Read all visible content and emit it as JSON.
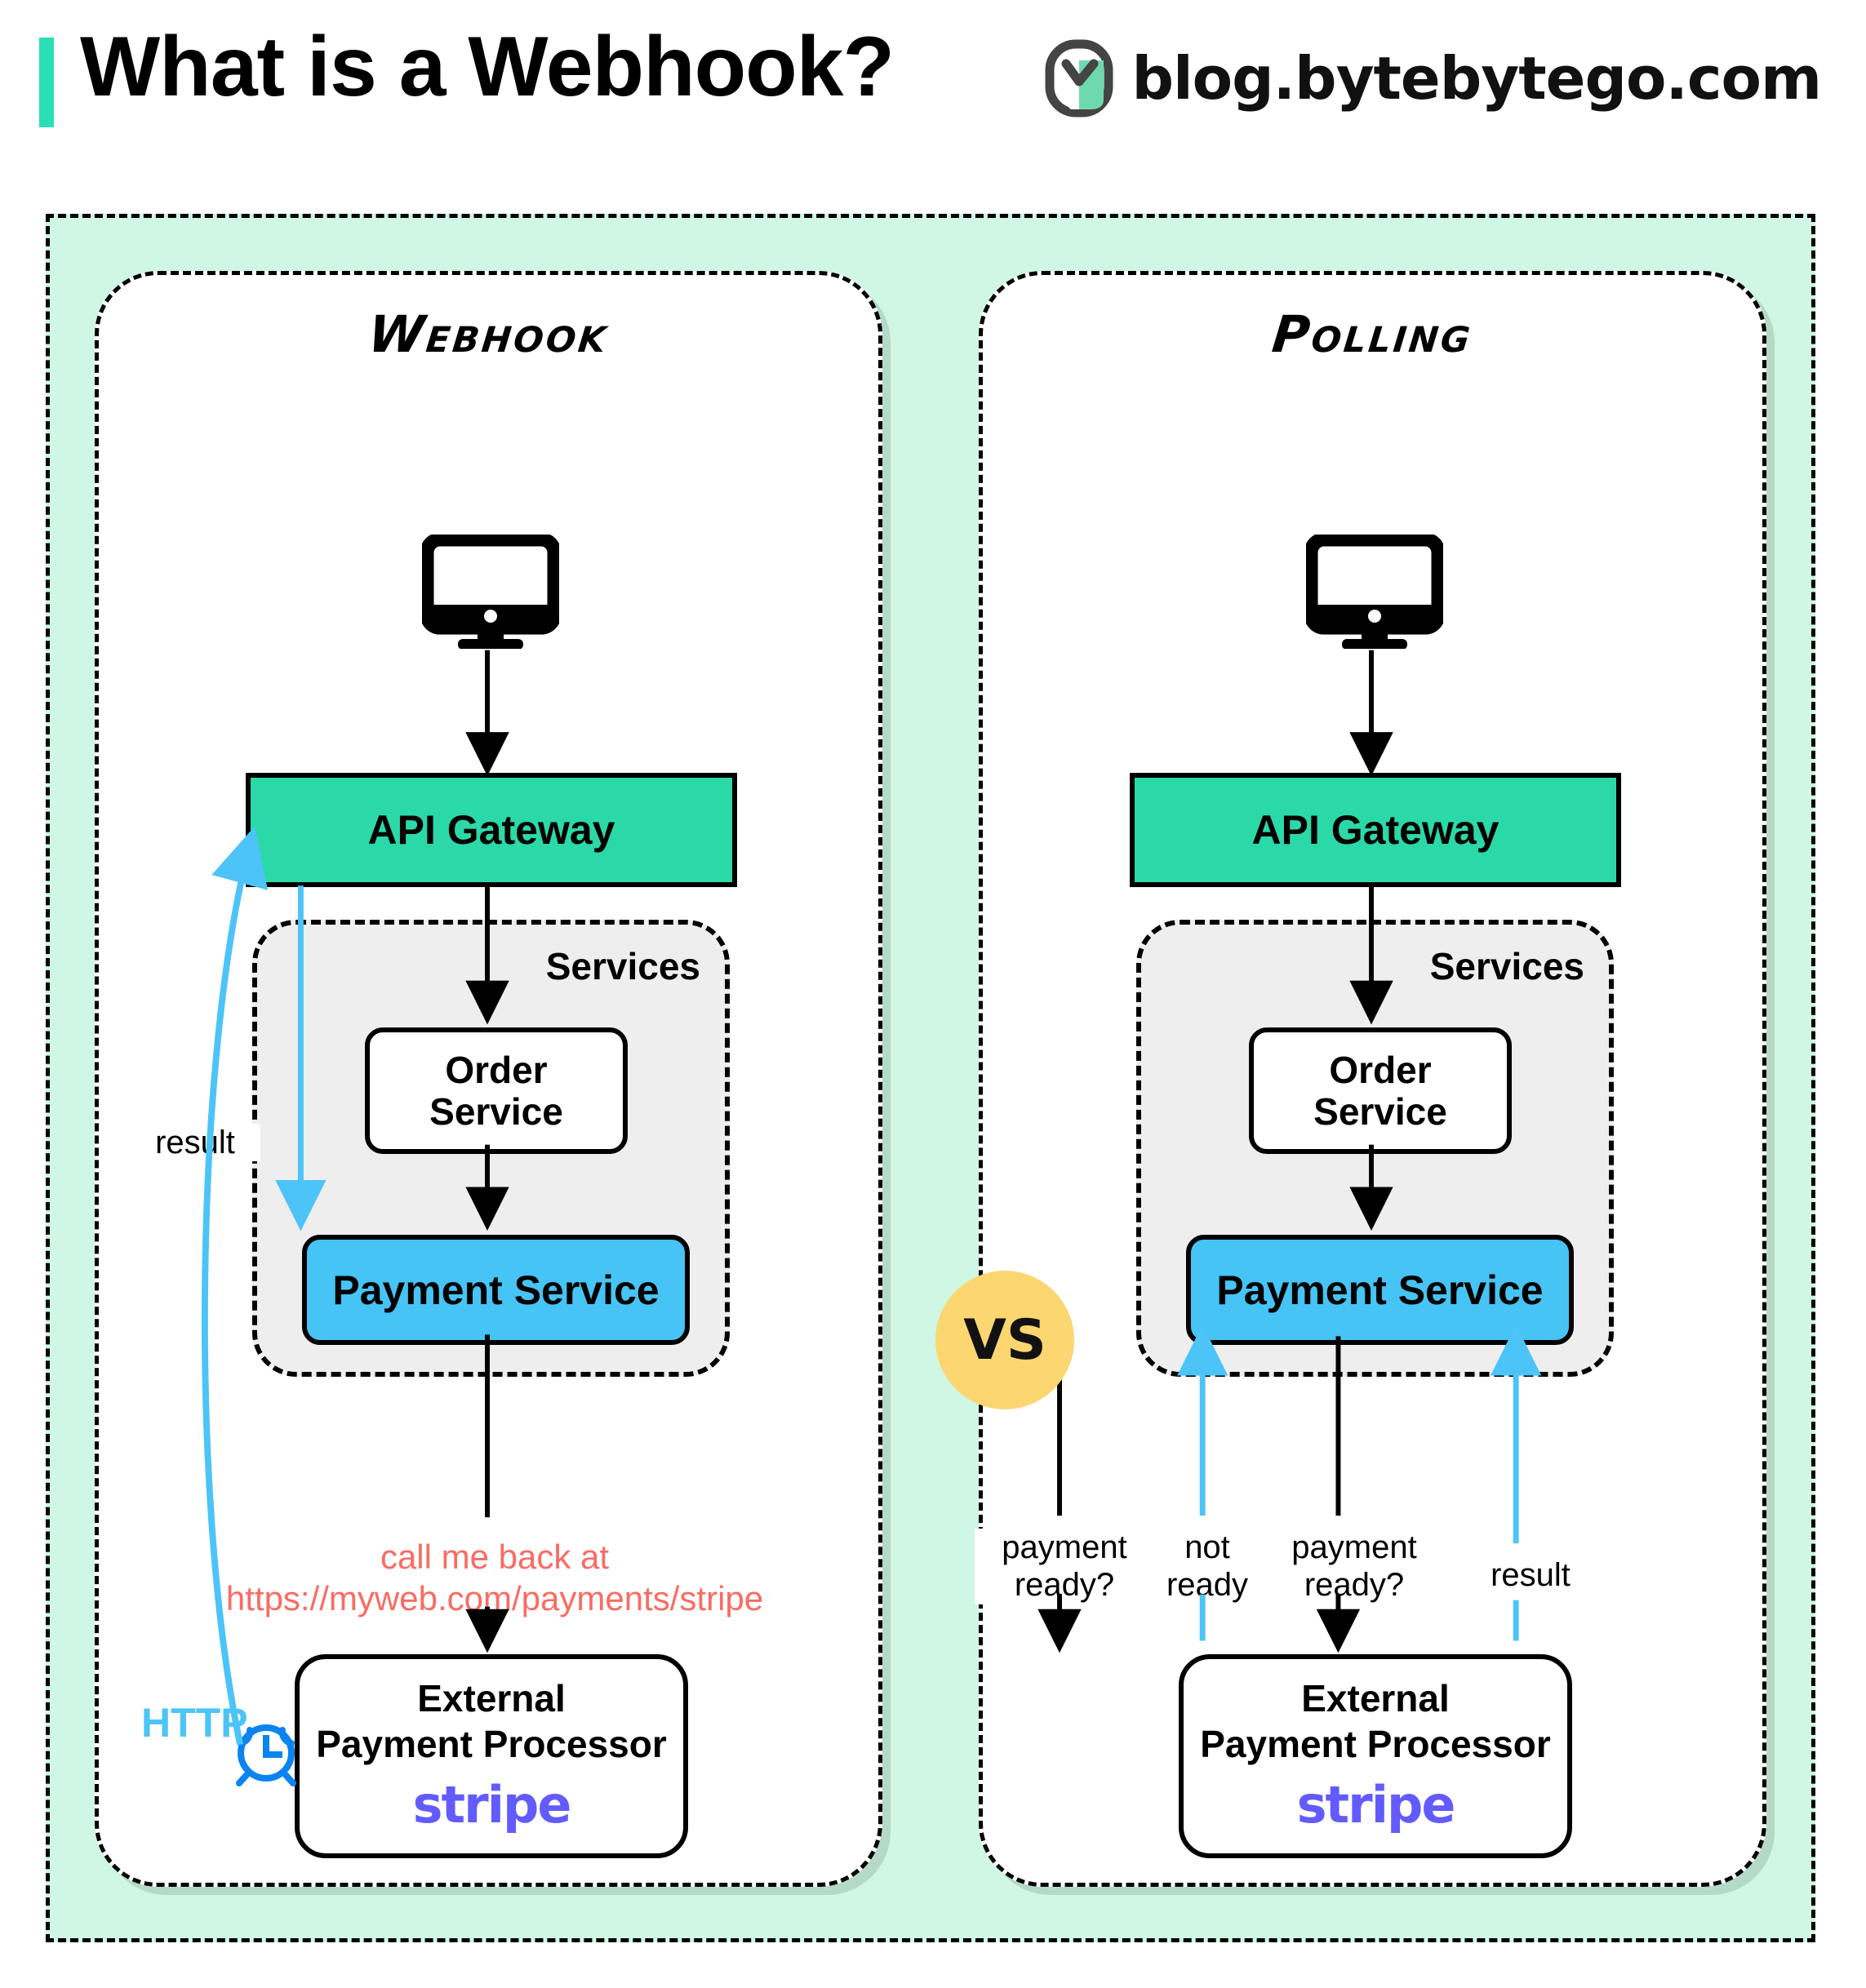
{
  "header": {
    "title": "What is a Webhook?",
    "brand_text": "blog.bytebytego.com",
    "accent_color": "#2BDFB5",
    "logo_icon": "bytebytego-logo-icon"
  },
  "comparison": {
    "vs_label": "VS",
    "vs_color": "#FCD670"
  },
  "panels": [
    {
      "id": "webhook",
      "title": "Webhook",
      "client_icon": "monitor-icon",
      "api_gateway": {
        "label": "API Gateway",
        "color": "#2BD9A8"
      },
      "services": {
        "label": "Services",
        "background": "#EEEEEE",
        "order_service": {
          "line1": "Order",
          "line2": "Service"
        },
        "payment_service": {
          "label": "Payment Service",
          "color": "#45C4F5"
        }
      },
      "callback": {
        "line1": "call me back at",
        "line2": "https://myweb.com/payments/stripe",
        "color": "#FA6B63"
      },
      "external_processor": {
        "line1": "External",
        "line2": "Payment Processor",
        "vendor": "stripe",
        "vendor_color": "#635BFF"
      },
      "labels": {
        "result": "result",
        "http": "HTTP",
        "http_color": "#4DC4F7",
        "clock_icon": "alarm-clock-icon",
        "clock_color": "#0A84F0"
      }
    },
    {
      "id": "polling",
      "title": "Polling",
      "client_icon": "monitor-icon",
      "api_gateway": {
        "label": "API Gateway",
        "color": "#2BD9A8"
      },
      "services": {
        "label": "Services",
        "background": "#EEEEEE",
        "order_service": {
          "line1": "Order",
          "line2": "Service"
        },
        "payment_service": {
          "label": "Payment Service",
          "color": "#45C4F5"
        }
      },
      "external_processor": {
        "line1": "External",
        "line2": "Payment Processor",
        "vendor": "stripe",
        "vendor_color": "#635BFF"
      },
      "poll_labels": [
        {
          "line1": "payment",
          "line2": "ready?",
          "direction": "down",
          "color": "#000000"
        },
        {
          "line1": "not",
          "line2": "ready",
          "direction": "up",
          "color": "#4DC4F7"
        },
        {
          "line1": "payment",
          "line2": "ready?",
          "direction": "down",
          "color": "#000000"
        },
        {
          "line1": "result",
          "line2": "",
          "direction": "up",
          "color": "#4DC4F7"
        }
      ]
    }
  ],
  "theme": {
    "outer_background": "#CFF7E3",
    "panel_background": "#FFFFFF",
    "border_color": "#000000",
    "arrow_black": "#000000",
    "arrow_blue": "#4DC4F7"
  }
}
